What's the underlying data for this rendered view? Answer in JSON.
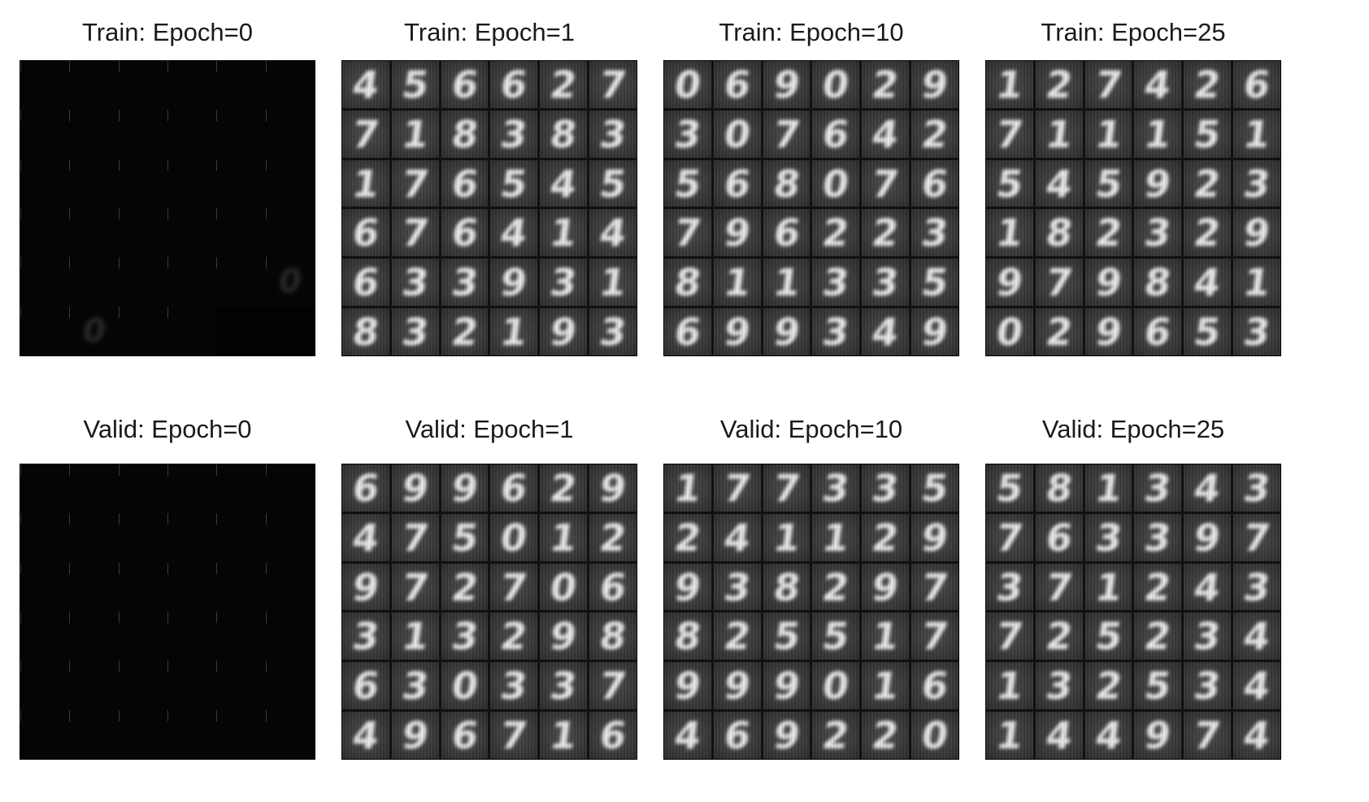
{
  "panels": [
    {
      "title": "Train: Epoch=0",
      "style": "dark",
      "digits": [
        "",
        "",
        "",
        "",
        "",
        "",
        "",
        "",
        "",
        "",
        "",
        "",
        "",
        "",
        "",
        "",
        "",
        "",
        "",
        "",
        "",
        "",
        "",
        "",
        "",
        "",
        "",
        "",
        "",
        "0",
        "",
        "0",
        "",
        ""
      ]
    },
    {
      "title": "Train: Epoch=1",
      "style": "normal",
      "digits": [
        "4",
        "5",
        "6",
        "6",
        "2",
        "7",
        "7",
        "1",
        "8",
        "3",
        "8",
        "3",
        "1",
        "7",
        "6",
        "5",
        "4",
        "5",
        "6",
        "7",
        "6",
        "4",
        "1",
        "4",
        "6",
        "3",
        "3",
        "9",
        "3",
        "1",
        "8",
        "3",
        "2",
        "1",
        "9",
        "3"
      ]
    },
    {
      "title": "Train: Epoch=10",
      "style": "normal",
      "digits": [
        "0",
        "6",
        "9",
        "0",
        "2",
        "9",
        "3",
        "0",
        "7",
        "6",
        "4",
        "2",
        "5",
        "6",
        "8",
        "0",
        "7",
        "6",
        "7",
        "9",
        "6",
        "2",
        "2",
        "3",
        "8",
        "1",
        "1",
        "3",
        "3",
        "5",
        "6",
        "9",
        "9",
        "3",
        "4",
        "9"
      ]
    },
    {
      "title": "Train: Epoch=25",
      "style": "normal",
      "digits": [
        "1",
        "2",
        "7",
        "4",
        "2",
        "6",
        "7",
        "1",
        "1",
        "1",
        "5",
        "1",
        "5",
        "4",
        "5",
        "9",
        "2",
        "3",
        "1",
        "8",
        "2",
        "3",
        "2",
        "9",
        "9",
        "7",
        "9",
        "8",
        "4",
        "1",
        "0",
        "2",
        "9",
        "6",
        "5",
        "3"
      ]
    },
    {
      "title": "Valid: Epoch=0",
      "style": "dark",
      "digits": [
        "",
        "",
        "",
        "",
        "",
        "",
        "",
        "",
        "",
        "",
        "",
        "",
        "",
        "",
        "",
        "",
        "",
        "",
        "",
        "",
        "",
        "",
        "",
        "",
        "",
        "",
        "",
        "",
        "",
        "",
        "",
        "",
        "",
        "",
        "",
        ""
      ]
    },
    {
      "title": "Valid: Epoch=1",
      "style": "normal",
      "digits": [
        "6",
        "9",
        "9",
        "6",
        "2",
        "9",
        "4",
        "7",
        "5",
        "0",
        "1",
        "2",
        "9",
        "7",
        "2",
        "7",
        "0",
        "6",
        "3",
        "1",
        "3",
        "2",
        "9",
        "8",
        "6",
        "3",
        "0",
        "3",
        "3",
        "7",
        "4",
        "9",
        "6",
        "7",
        "1",
        "6"
      ]
    },
    {
      "title": "Valid: Epoch=10",
      "style": "normal",
      "digits": [
        "1",
        "7",
        "7",
        "3",
        "3",
        "5",
        "2",
        "4",
        "1",
        "1",
        "2",
        "9",
        "9",
        "3",
        "8",
        "2",
        "9",
        "7",
        "8",
        "2",
        "5",
        "5",
        "1",
        "7",
        "9",
        "9",
        "9",
        "0",
        "1",
        "6",
        "4",
        "6",
        "9",
        "2",
        "2",
        "0"
      ]
    },
    {
      "title": "Valid: Epoch=25",
      "style": "normal",
      "digits": [
        "5",
        "8",
        "1",
        "3",
        "4",
        "3",
        "7",
        "6",
        "3",
        "3",
        "9",
        "7",
        "3",
        "7",
        "1",
        "2",
        "4",
        "3",
        "7",
        "2",
        "5",
        "2",
        "3",
        "4",
        "1",
        "3",
        "2",
        "5",
        "3",
        "4",
        "1",
        "4",
        "4",
        "9",
        "7",
        "4"
      ]
    }
  ]
}
